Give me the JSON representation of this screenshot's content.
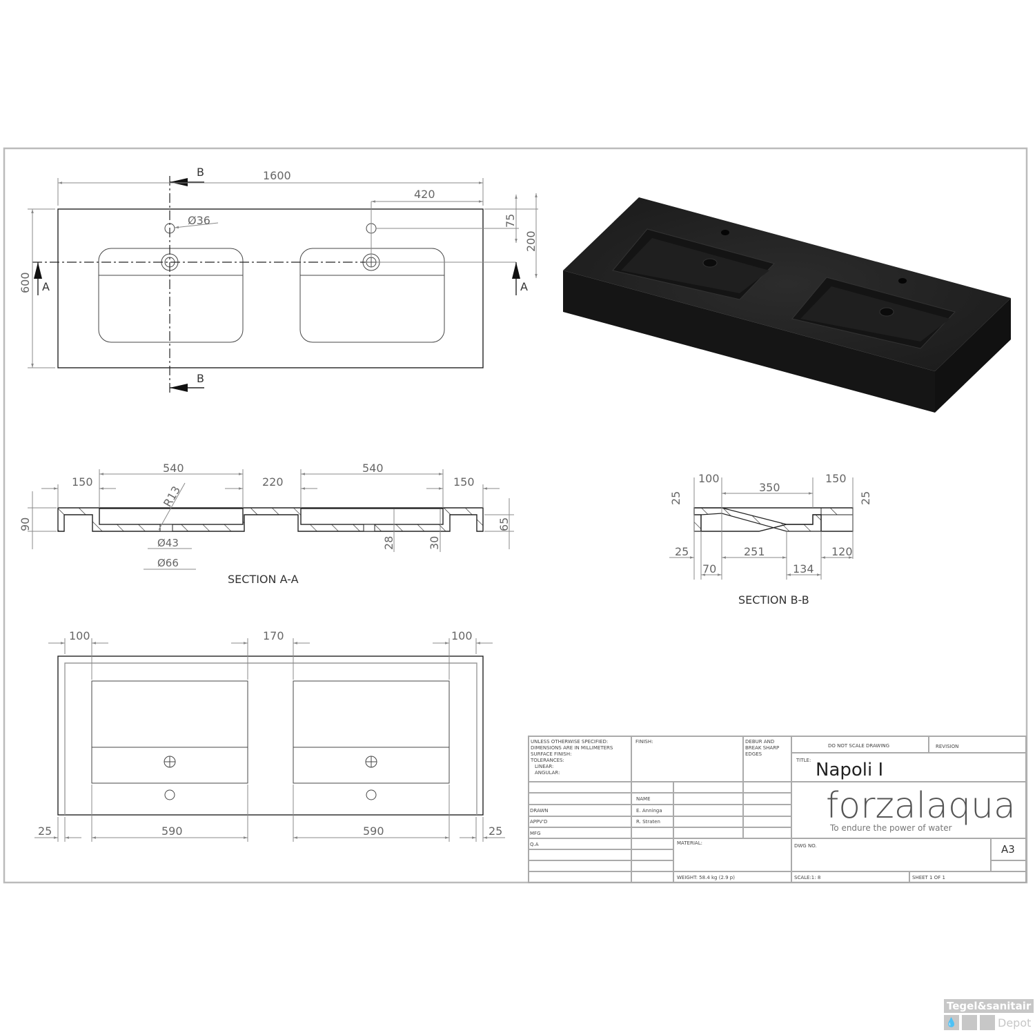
{
  "drawing": {
    "title_label": "TITLE:",
    "title": "Napoli I",
    "brand": "forzalaqua",
    "tagline": "To endure the power of water",
    "sheet_size": "A3"
  },
  "top_view": {
    "overall_width": "1600",
    "overall_depth": "600",
    "tap_offset": "420",
    "tap_from_back": "75",
    "drain_from_back": "200",
    "tap_hole_dia": "Ø36",
    "section_a_label": "A",
    "section_b_label": "B"
  },
  "section_a": {
    "caption": "SECTION A-A",
    "dims": {
      "left_edge": "150",
      "basin_left": "540",
      "middle": "220",
      "basin_right": "540",
      "right_edge": "150",
      "height_total": "90",
      "height_right": "65",
      "radius": "R13",
      "drain_inner": "Ø43",
      "drain_outer": "Ø66",
      "bottom_thickness_1": "28",
      "bottom_thickness_2": "30"
    }
  },
  "section_b": {
    "caption": "SECTION B-B",
    "dims": {
      "front": "100",
      "basin": "350",
      "back": "150",
      "top_left": "25",
      "top_right": "25",
      "wall": "25",
      "slope_start": "70",
      "slope": "251",
      "flat": "134",
      "rear_block": "120"
    }
  },
  "bottom_view": {
    "edge_left": "100",
    "middle": "170",
    "edge_right": "100",
    "rim_left": "25",
    "basin_left": "590",
    "basin_right": "590",
    "rim_right": "25"
  },
  "title_block": {
    "spec_lines": [
      "UNLESS OTHERWISE SPECIFIED:",
      "DIMENSIONS ARE IN MILLIMETERS",
      "SURFACE FINISH:",
      "TOLERANCES:",
      "   LINEAR:",
      "   ANGULAR:"
    ],
    "finish_label": "FINISH:",
    "debur_lines": [
      "DEBUR AND",
      "BREAK SHARP",
      "EDGES"
    ],
    "name_header": "NAME",
    "rows": [
      {
        "role": "DRAWN",
        "name": "E. Anninga"
      },
      {
        "role": "APPV'D",
        "name": "R. Straten"
      },
      {
        "role": "MFG",
        "name": ""
      },
      {
        "role": "Q.A",
        "name": ""
      }
    ],
    "material_label": "MATERIAL:",
    "weight": "WEIGHT: 58.4 kg (2.9 p)",
    "do_not_scale": "DO NOT SCALE DRAWING",
    "revision_label": "REVISION",
    "dwg_no_label": "DWG NO.",
    "scale": "SCALE:1: 8",
    "sheet": "SHEET 1 OF 1"
  },
  "watermark": {
    "line1": "Tegel&sanitair",
    "line2": "Depot",
    "icon": "water-drop-icon"
  },
  "colors": {
    "stone": "#222222",
    "frame": "#bbbbbb",
    "dimension": "#888888"
  }
}
